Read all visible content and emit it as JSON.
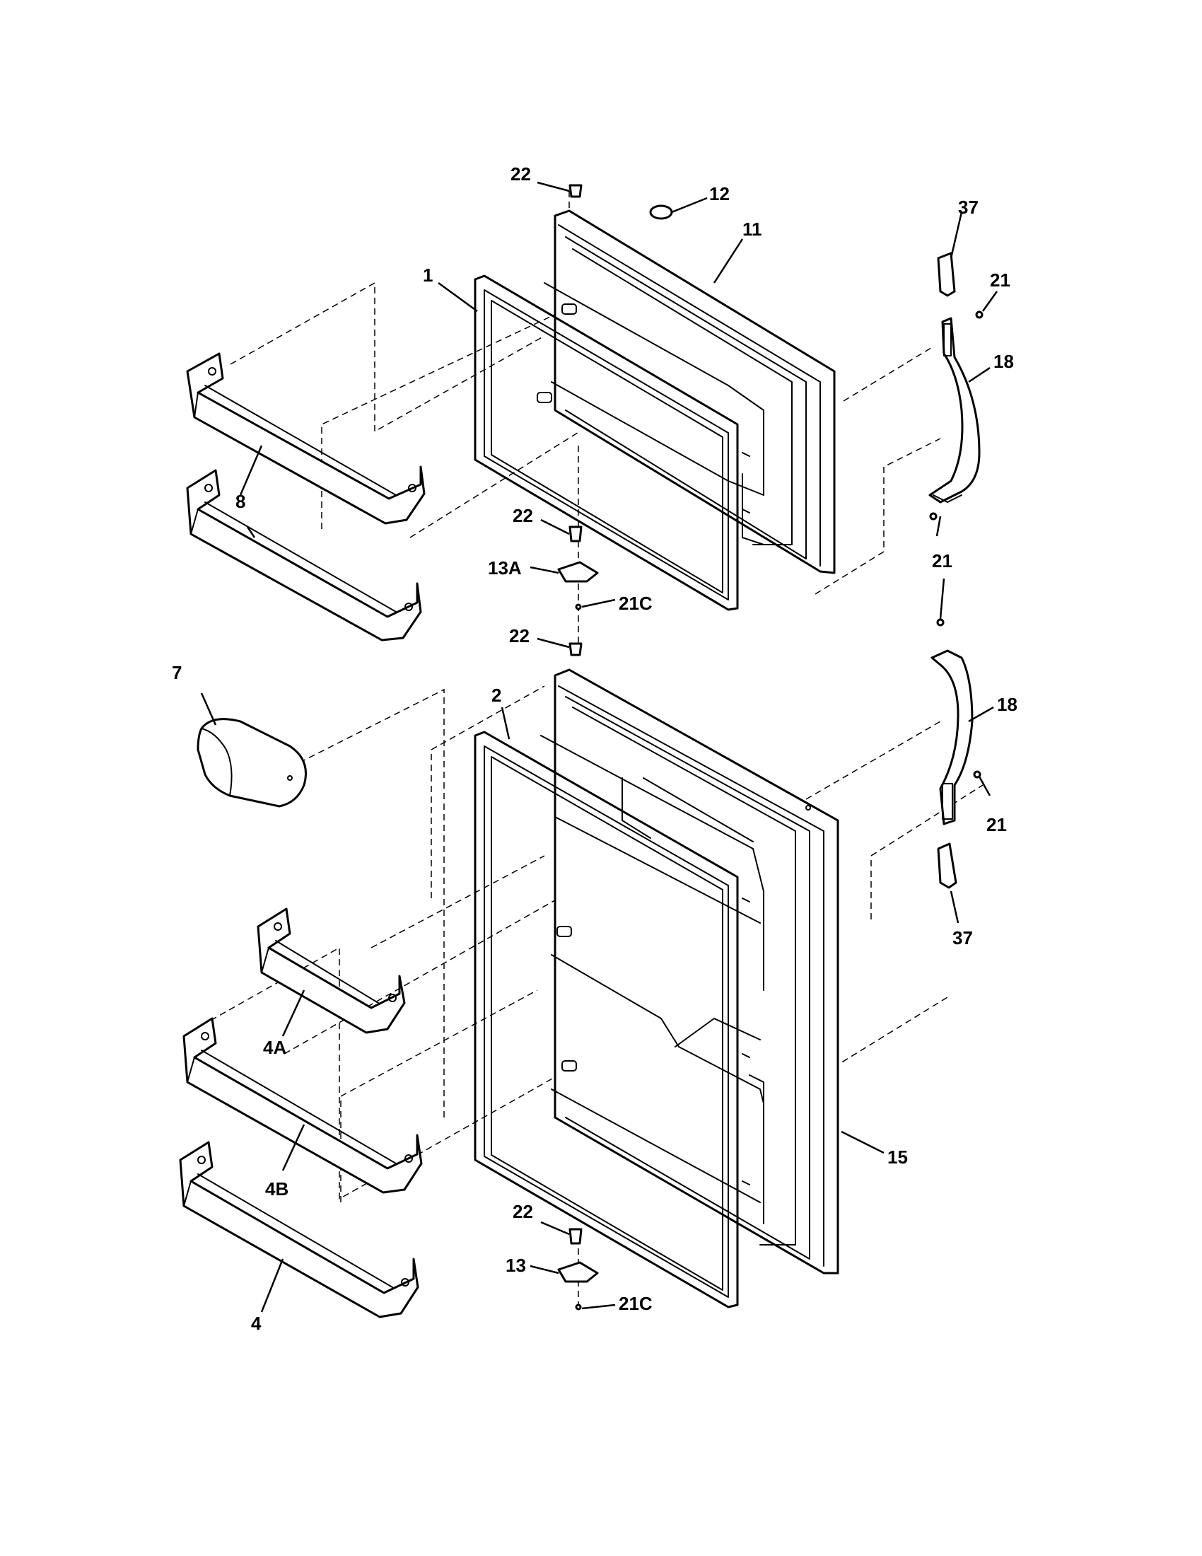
{
  "callouts": {
    "c1": "1",
    "c2": "2",
    "c4": "4",
    "c4a": "4A",
    "c4b": "4B",
    "c7": "7",
    "c8": "8",
    "c11": "11",
    "c12": "12",
    "c13": "13",
    "c13a": "13A",
    "c15": "15",
    "c18_upper": "18",
    "c18_lower": "18",
    "c21_top": "21",
    "c21_mid": "21",
    "c21_low": "21",
    "c21c_upper": "21C",
    "c21c_lower": "21C",
    "c22_top": "22",
    "c22_upper_hinge": "22",
    "c22_mid": "22",
    "c22_lower_hinge": "22",
    "c37_top": "37",
    "c37_bottom": "37"
  }
}
